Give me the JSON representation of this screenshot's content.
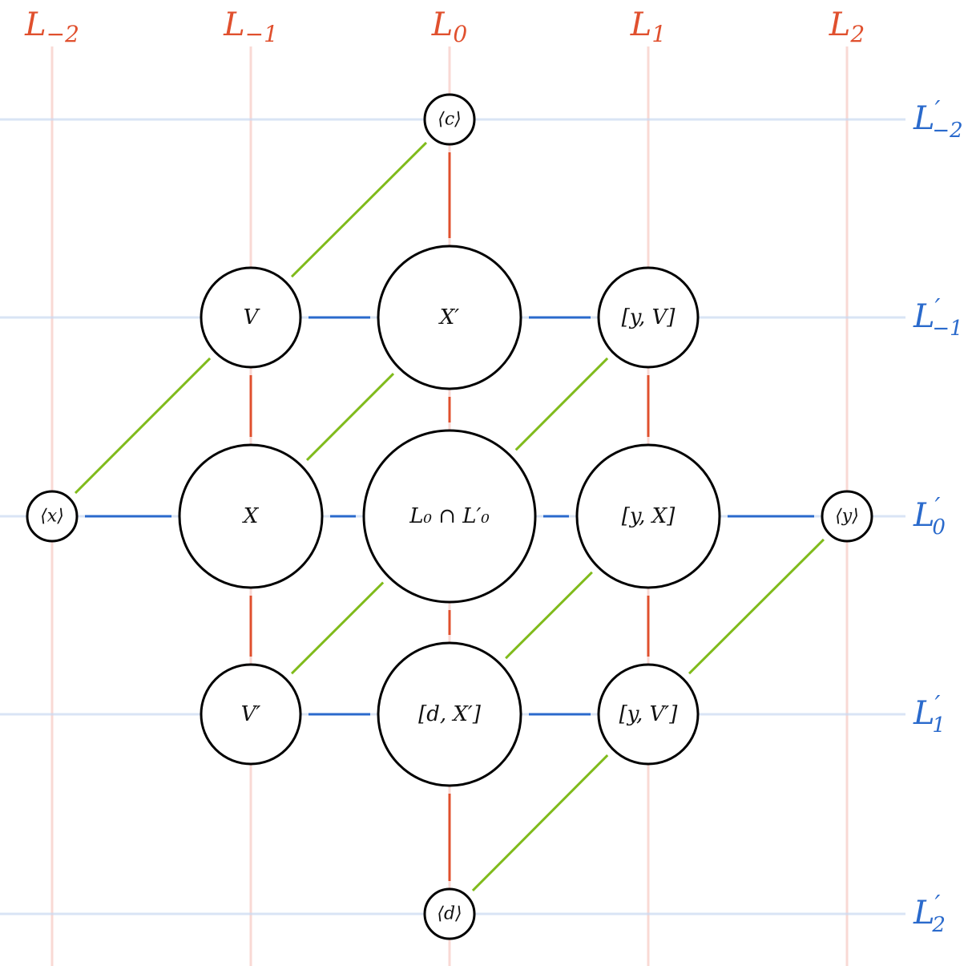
{
  "colors": {
    "column_lines": "#e0502e",
    "row_lines": "#2a6acc",
    "diagonal_lines": "#80bb1c",
    "node_stroke": "#000000"
  },
  "columns": [
    {
      "id": "L-2",
      "base": "L",
      "sub": "−2"
    },
    {
      "id": "L-1",
      "base": "L",
      "sub": "−1"
    },
    {
      "id": "L0",
      "base": "L",
      "sub": "0"
    },
    {
      "id": "L1",
      "base": "L",
      "sub": "1"
    },
    {
      "id": "L2",
      "base": "L",
      "sub": "2"
    }
  ],
  "rows": [
    {
      "id": "Lp-2",
      "base": "L",
      "prime": "′",
      "sub": "−2"
    },
    {
      "id": "Lp-1",
      "base": "L",
      "prime": "′",
      "sub": "−1"
    },
    {
      "id": "Lp0",
      "base": "L",
      "prime": "′",
      "sub": "0"
    },
    {
      "id": "Lp1",
      "base": "L",
      "prime": "′",
      "sub": "1"
    },
    {
      "id": "Lp2",
      "base": "L",
      "prime": "′",
      "sub": "2"
    }
  ],
  "nodes": [
    {
      "id": "c",
      "label": "⟨c⟩",
      "col": 0,
      "row": -2,
      "size": "small"
    },
    {
      "id": "V",
      "label": "V",
      "col": -1,
      "row": -1,
      "size": "medium"
    },
    {
      "id": "Xp",
      "label": "X′",
      "col": 0,
      "row": -1,
      "size": "large"
    },
    {
      "id": "yV",
      "label": "[y, V]",
      "col": 1,
      "row": -1,
      "size": "medium"
    },
    {
      "id": "x",
      "label": "⟨x⟩",
      "col": -2,
      "row": 0,
      "size": "small"
    },
    {
      "id": "X",
      "label": "X",
      "col": -1,
      "row": 0,
      "size": "large"
    },
    {
      "id": "center",
      "label": "L₀ ∩ L′₀",
      "col": 0,
      "row": 0,
      "size": "xlarge"
    },
    {
      "id": "yX",
      "label": "[y, X]",
      "col": 1,
      "row": 0,
      "size": "large"
    },
    {
      "id": "y",
      "label": "⟨y⟩",
      "col": 2,
      "row": 0,
      "size": "small"
    },
    {
      "id": "Vp",
      "label": "V′",
      "col": -1,
      "row": 1,
      "size": "medium"
    },
    {
      "id": "dXp",
      "label": "[d, X′]",
      "col": 0,
      "row": 1,
      "size": "large"
    },
    {
      "id": "yVp",
      "label": "[y, V′]",
      "col": 1,
      "row": 1,
      "size": "medium"
    },
    {
      "id": "d",
      "label": "⟨d⟩",
      "col": 0,
      "row": 2,
      "size": "small"
    }
  ],
  "edges": [
    {
      "from": "c",
      "to": "Xp",
      "type": "red"
    },
    {
      "from": "V",
      "to": "X",
      "type": "red"
    },
    {
      "from": "Xp",
      "to": "center",
      "type": "red"
    },
    {
      "from": "yV",
      "to": "yX",
      "type": "red"
    },
    {
      "from": "X",
      "to": "Vp",
      "type": "red"
    },
    {
      "from": "center",
      "to": "dXp",
      "type": "red"
    },
    {
      "from": "yX",
      "to": "yVp",
      "type": "red"
    },
    {
      "from": "dXp",
      "to": "d",
      "type": "red"
    },
    {
      "from": "V",
      "to": "Xp",
      "type": "blue"
    },
    {
      "from": "Xp",
      "to": "yV",
      "type": "blue"
    },
    {
      "from": "x",
      "to": "X",
      "type": "blue"
    },
    {
      "from": "X",
      "to": "center",
      "type": "blue"
    },
    {
      "from": "center",
      "to": "yX",
      "type": "blue"
    },
    {
      "from": "yX",
      "to": "y",
      "type": "blue"
    },
    {
      "from": "Vp",
      "to": "dXp",
      "type": "blue"
    },
    {
      "from": "dXp",
      "to": "yVp",
      "type": "blue"
    },
    {
      "from": "c",
      "to": "V",
      "type": "green"
    },
    {
      "from": "V",
      "to": "x",
      "type": "green"
    },
    {
      "from": "Xp",
      "to": "X",
      "type": "green"
    },
    {
      "from": "yV",
      "to": "center",
      "type": "green"
    },
    {
      "from": "center",
      "to": "Vp",
      "type": "green"
    },
    {
      "from": "yX",
      "to": "dXp",
      "type": "green"
    },
    {
      "from": "y",
      "to": "yVp",
      "type": "green"
    },
    {
      "from": "yVp",
      "to": "d",
      "type": "green"
    }
  ]
}
